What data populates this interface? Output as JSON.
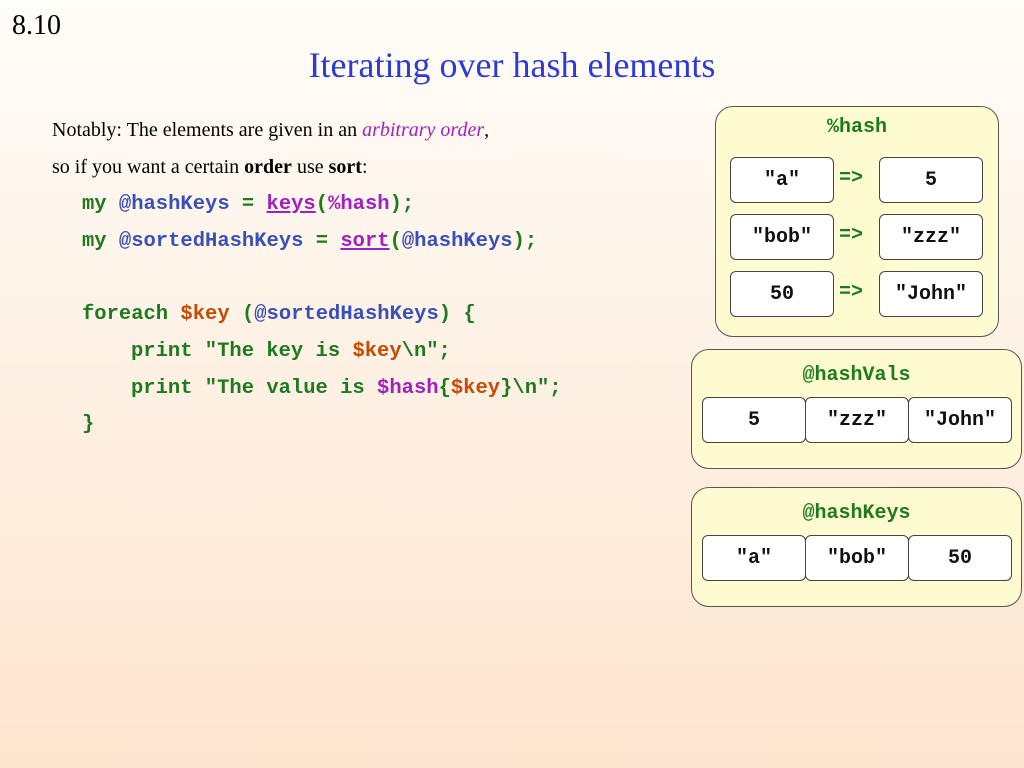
{
  "slide_number": "8.10",
  "title": "Iterating over hash elements",
  "prose": {
    "line1_prefix": "Notably: The elements are given in an ",
    "line1_emph": "arbitrary order",
    "line1_suffix": ",",
    "line2_prefix": "so if you want a certain ",
    "line2_bold1": "order",
    "line2_mid": " use ",
    "line2_bold2": "sort",
    "line2_suffix": ":"
  },
  "code": {
    "l1": {
      "kw": "my ",
      "var": "@hashKeys",
      "eq": " = ",
      "fn": "keys",
      "op": "(",
      "arg": "%hash",
      "cl": ");"
    },
    "l2": {
      "kw": "my ",
      "var": "@sortedHashKeys",
      "eq": " = ",
      "fn": "sort",
      "op": "(",
      "arg": "@hashKeys",
      "cl": ");"
    },
    "l3": {
      "kw": "foreach ",
      "var": "$key",
      "mid": " (",
      "arr": "@sortedHashKeys",
      "end": ") {"
    },
    "l4": {
      "pre": "print \"The key is ",
      "var": "$key",
      "post": "\\n\";"
    },
    "l5": {
      "pre": "print \"The value is ",
      "hash": "$hash",
      "ob": "{",
      "var": "$key",
      "cb": "}",
      "post": "\\n\";"
    },
    "l6": "}"
  },
  "hash_panel": {
    "title": "%hash",
    "arrow": "=>",
    "rows": [
      {
        "key": "\"a\"",
        "value": "5"
      },
      {
        "key": "\"bob\"",
        "value": "\"zzz\""
      },
      {
        "key": "50",
        "value": "\"John\""
      }
    ]
  },
  "hashvals_panel": {
    "title": "@hashVals",
    "cells": [
      "5",
      "\"zzz\"",
      "\"John\""
    ]
  },
  "hashkeys_panel": {
    "title": "@hashKeys",
    "cells": [
      "\"a\"",
      "\"bob\"",
      "50"
    ]
  }
}
